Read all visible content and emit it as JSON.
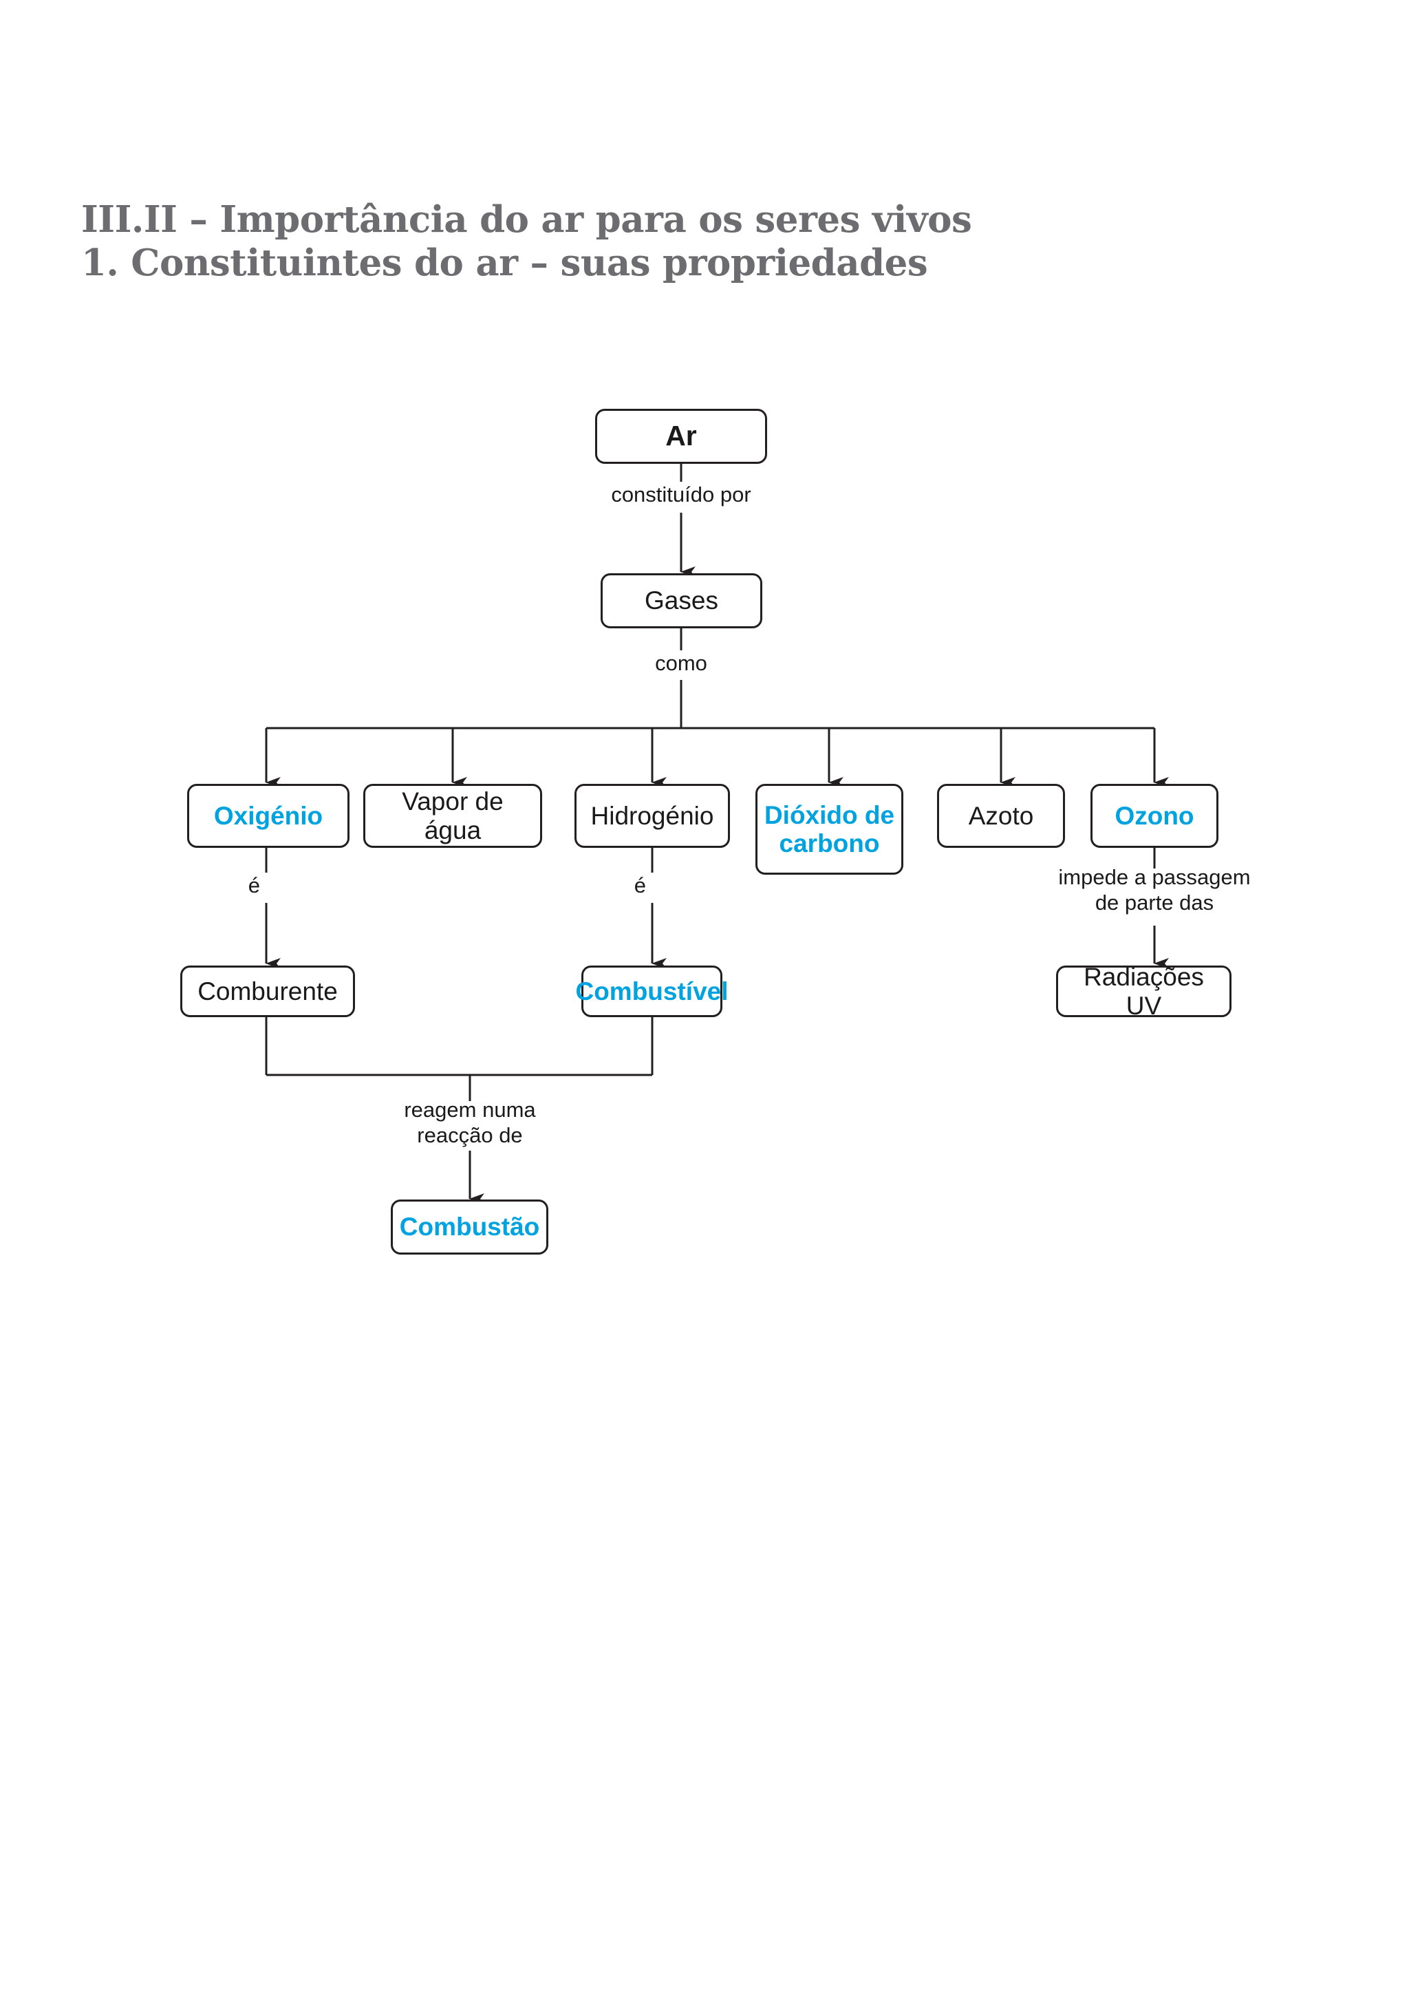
{
  "document": {
    "language": "pt-PT",
    "background_color": "#ffffff",
    "accent_color": "#00a3e0",
    "heading_color": "#6d6d71",
    "line_color": "#231f20"
  },
  "headings": {
    "line1": "III.II – Importância do ar para os seres vivos",
    "line2": "1. Constituintes do ar – suas propriedades"
  },
  "diagram": {
    "type": "concept-map",
    "nodes": {
      "ar": "Ar",
      "gases": "Gases",
      "oxigenio": "Oxigénio",
      "vapor_de_agua": "Vapor de água",
      "hidrogenio": "Hidrogénio",
      "dioxido_de_carbono": "Dióxido de\ncarbono",
      "azoto": "Azoto",
      "ozono": "Ozono",
      "comburente": "Comburente",
      "combustivel": "Combustível",
      "radiacoes_uv": "Radiações UV",
      "combustao": "Combustão"
    },
    "edge_labels": {
      "ar_to_gases": "constituído por",
      "gases_to_list": "como",
      "oxigenio_to_comburente": "é",
      "hidrogenio_to_combustivel": "é",
      "ozono_to_radiacoes": "impede a passagem\nde parte das",
      "reaction_to_combustao": "reagem numa\nreacção de"
    }
  }
}
